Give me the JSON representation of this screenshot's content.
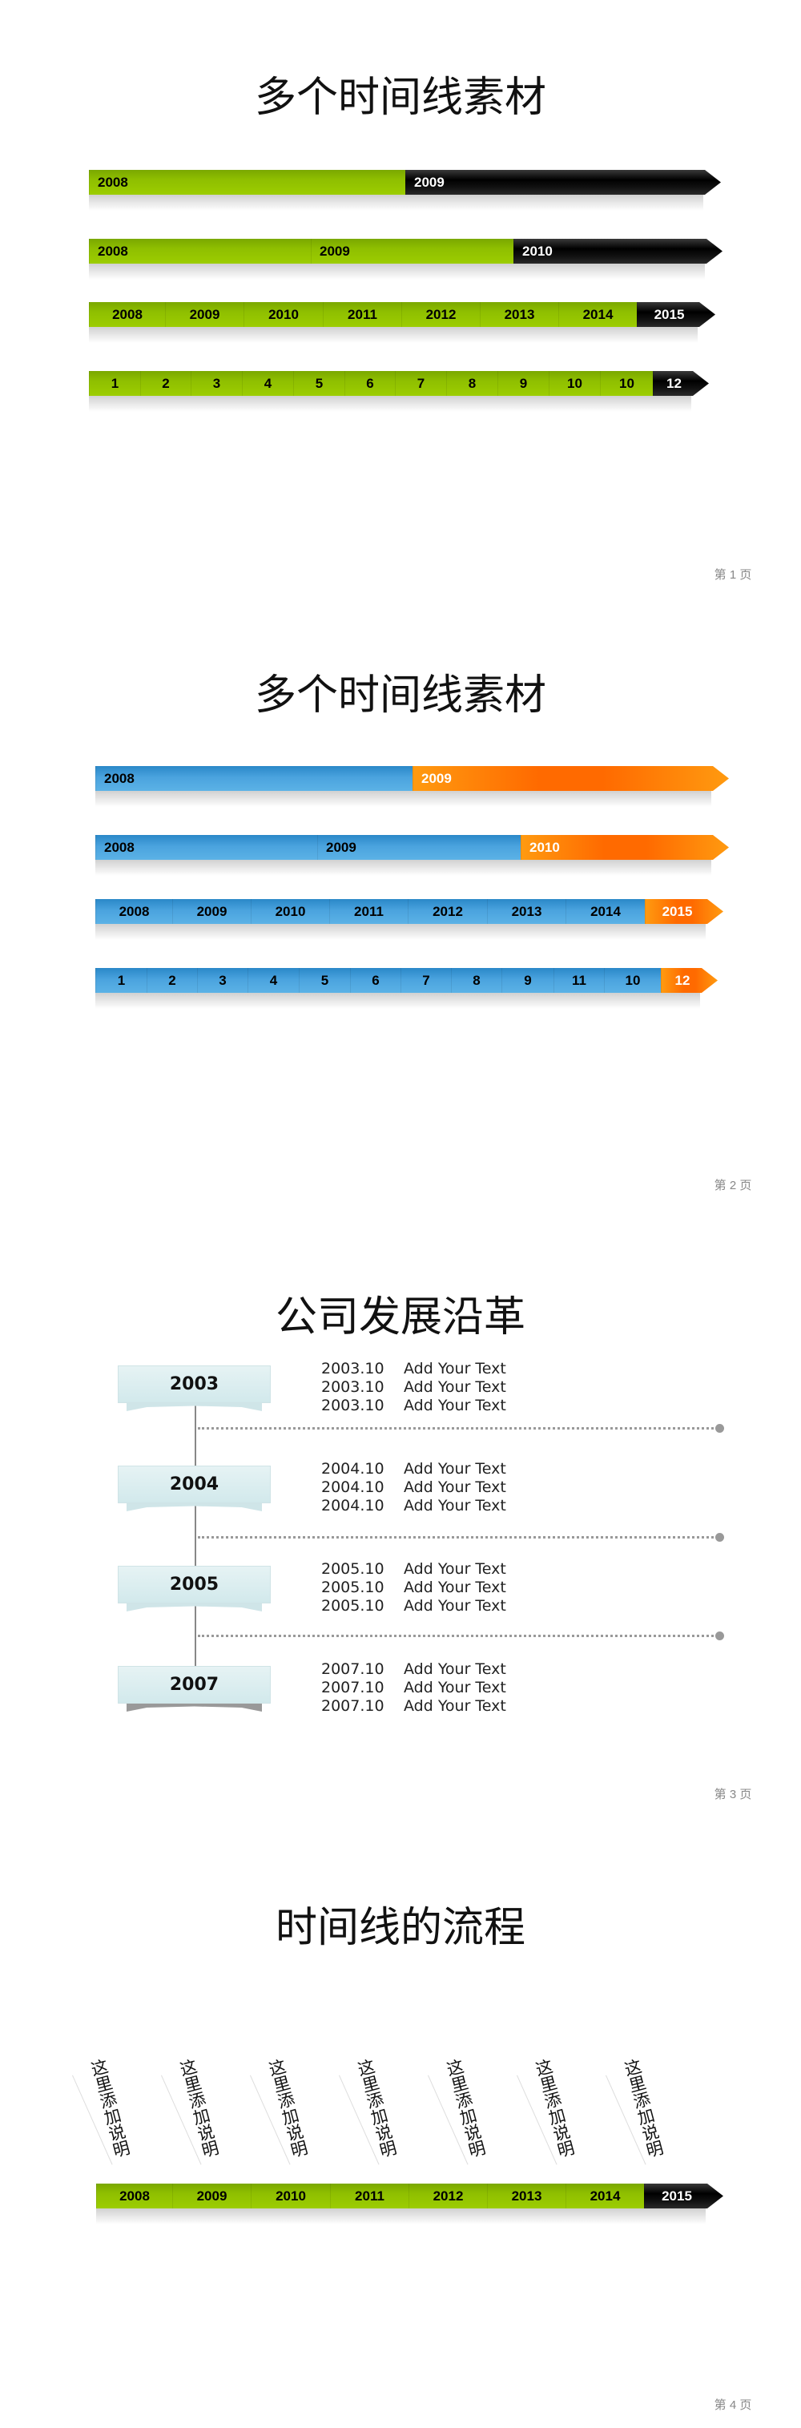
{
  "pages": [
    {
      "title": "多个时间线素材",
      "page_number": "第 1 页",
      "timelines": [
        [
          "2008",
          "2009"
        ],
        [
          "2008",
          "2009",
          "2010"
        ],
        [
          "2008",
          "2009",
          "2010",
          "2011",
          "2012",
          "2013",
          "2014",
          "2015"
        ],
        [
          "1",
          "2",
          "3",
          "4",
          "5",
          "6",
          "7",
          "8",
          "9",
          "10",
          "10",
          "12"
        ]
      ]
    },
    {
      "title": "多个时间线素材",
      "page_number": "第 2 页",
      "timelines": [
        [
          "2008",
          "2009"
        ],
        [
          "2008",
          "2009",
          "2010"
        ],
        [
          "2008",
          "2009",
          "2010",
          "2011",
          "2012",
          "2013",
          "2014",
          "2015"
        ],
        [
          "1",
          "2",
          "3",
          "4",
          "5",
          "6",
          "7",
          "8",
          "9",
          "11",
          "10",
          "12"
        ]
      ]
    },
    {
      "title": "公司发展沿革",
      "page_number": "第 3 页",
      "milestones": [
        {
          "year": "2003",
          "entries": [
            {
              "date": "2003.10",
              "text": "Add Your Text"
            },
            {
              "date": "2003.10",
              "text": "Add Your Text"
            },
            {
              "date": "2003.10",
              "text": "Add Your Text"
            }
          ]
        },
        {
          "year": "2004",
          "entries": [
            {
              "date": "2004.10",
              "text": "Add Your Text"
            },
            {
              "date": "2004.10",
              "text": "Add Your Text"
            },
            {
              "date": "2004.10",
              "text": "Add Your Text"
            }
          ]
        },
        {
          "year": "2005",
          "entries": [
            {
              "date": "2005.10",
              "text": "Add Your Text"
            },
            {
              "date": "2005.10",
              "text": "Add Your Text"
            },
            {
              "date": "2005.10",
              "text": "Add Your Text"
            }
          ]
        },
        {
          "year": "2007",
          "entries": [
            {
              "date": "2007.10",
              "text": "Add Your Text"
            },
            {
              "date": "2007.10",
              "text": "Add Your Text"
            },
            {
              "date": "2007.10",
              "text": "Add Your Text"
            }
          ]
        }
      ]
    },
    {
      "title": "时间线的流程",
      "page_number": "第 4 页",
      "notes": [
        "这里添加说明",
        "这里添加说明",
        "这里添加说明",
        "这里添加说明",
        "这里添加说明",
        "这里添加说明",
        "这里添加说明"
      ],
      "timeline": [
        "2008",
        "2009",
        "2010",
        "2011",
        "2012",
        "2013",
        "2014",
        "2015"
      ]
    }
  ],
  "colors": {
    "green": "#8fbf00",
    "black": "#000000",
    "blue": "#4aa3de",
    "orange": "#ff6a00"
  }
}
